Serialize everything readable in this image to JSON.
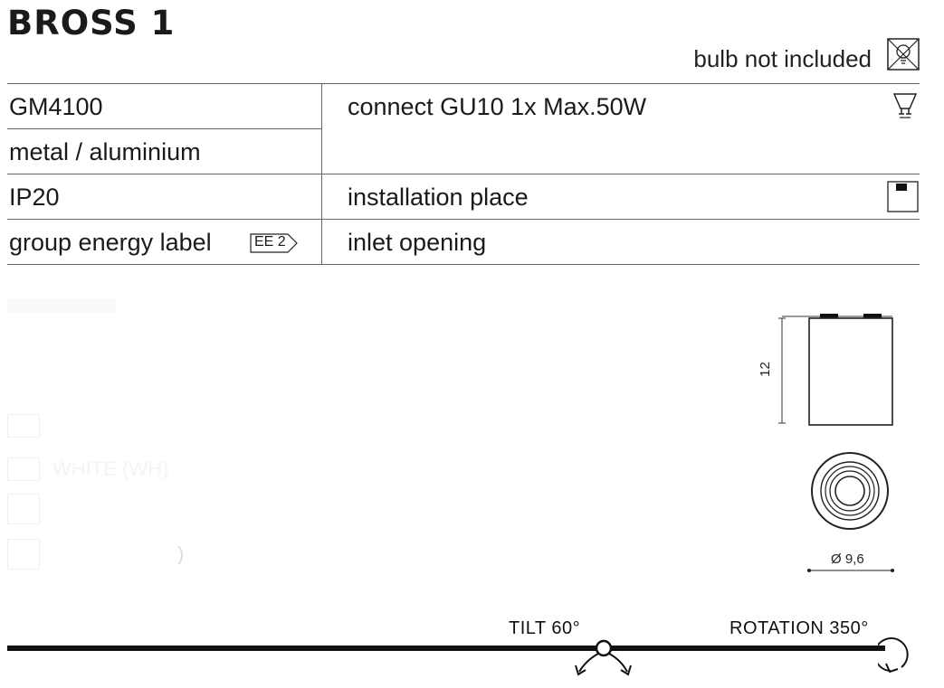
{
  "product": {
    "title": "BROSS 1",
    "bulb_note": "bulb not included"
  },
  "spec_rows": {
    "code": "GM4100",
    "material": "metal / aluminium",
    "ip": "IP20",
    "energy_label": "group energy label",
    "energy_badge": "EE 2",
    "connect": "connect GU10 1x Max.50W",
    "installation": "installation place",
    "inlet": "inlet opening"
  },
  "ghost_rows": {
    "row1": "",
    "row2": "WHITE (WH)",
    "row3": ")"
  },
  "dimensions": {
    "height": "12",
    "diameter": "Ø 9,6"
  },
  "motion": {
    "tilt": "TILT 60°",
    "rotation": "ROTATION 350°"
  },
  "icons": {
    "no_bulb": "no-bulb-icon",
    "gu10": "gu10-bulb-icon",
    "ceiling": "ceiling-mount-icon",
    "tilt": "tilt-arrows-icon",
    "rotation": "rotation-arrow-icon"
  }
}
